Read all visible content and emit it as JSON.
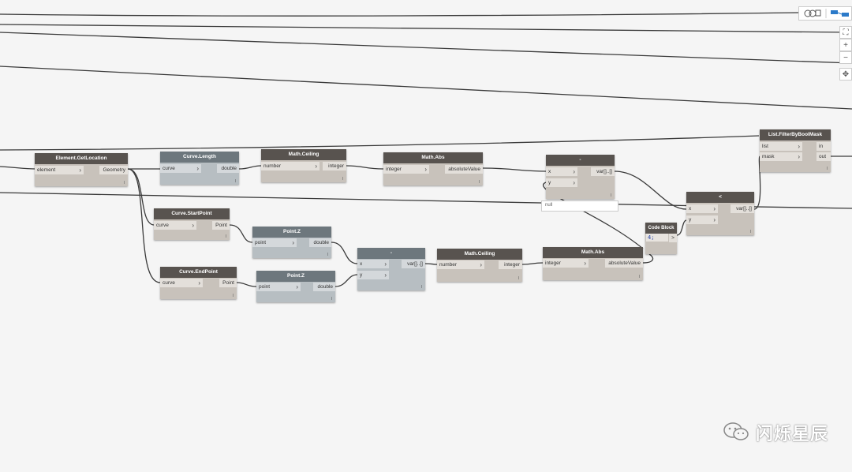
{
  "nodes": {
    "get_location": {
      "title": "Element.GetLocation",
      "input": "element",
      "output": "Geometry"
    },
    "curve_length": {
      "title": "Curve.Length",
      "input": "curve",
      "output": "double"
    },
    "ceiling_1": {
      "title": "Math.Ceiling",
      "input": "number",
      "output": "integer"
    },
    "abs_1": {
      "title": "Math.Abs",
      "input": "integer",
      "output": "absoluteValue"
    },
    "subtract_1": {
      "title": "-",
      "input_x": "x",
      "input_y": "y",
      "output": "var[]..[]"
    },
    "filter": {
      "title": "List.FilterByBoolMask",
      "input_list": "list",
      "input_mask": "mask",
      "output_in": "in",
      "output_out": "out"
    },
    "less_than": {
      "title": "<",
      "input_x": "x",
      "input_y": "y",
      "output": "var[]..[]"
    },
    "code_block": {
      "title": "Code Block",
      "code": "4;",
      "output": ">"
    },
    "start_point": {
      "title": "Curve.StartPoint",
      "input": "curve",
      "output": "Point"
    },
    "end_point": {
      "title": "Curve.EndPoint",
      "input": "curve",
      "output": "Point"
    },
    "point_z_1": {
      "title": "Point.Z",
      "input": "point",
      "output": "double"
    },
    "point_z_2": {
      "title": "Point.Z",
      "input": "point",
      "output": "double"
    },
    "subtract_2": {
      "title": "-",
      "input_x": "x",
      "input_y": "y",
      "output": "var[]..[]"
    },
    "ceiling_2": {
      "title": "Math.Ceiling",
      "input": "number",
      "output": "integer"
    },
    "abs_2": {
      "title": "Math.Abs",
      "input": "integer",
      "output": "absoluteValue"
    }
  },
  "tooltip": {
    "text": "null"
  },
  "lacing_glyph": "l",
  "zoom_controls": {
    "fit": "⛶",
    "zoom_in": "+",
    "zoom_out": "−",
    "pan": "✥"
  },
  "watermark": {
    "text": "闪烁星辰"
  },
  "colors": {
    "canvas": "#f5f5f5",
    "node_body": "#c8c2bb",
    "node_header": "#58534f",
    "preview_header": "#6d777d",
    "wire": "#3a3a3a",
    "code_text": "#1f3da8"
  }
}
